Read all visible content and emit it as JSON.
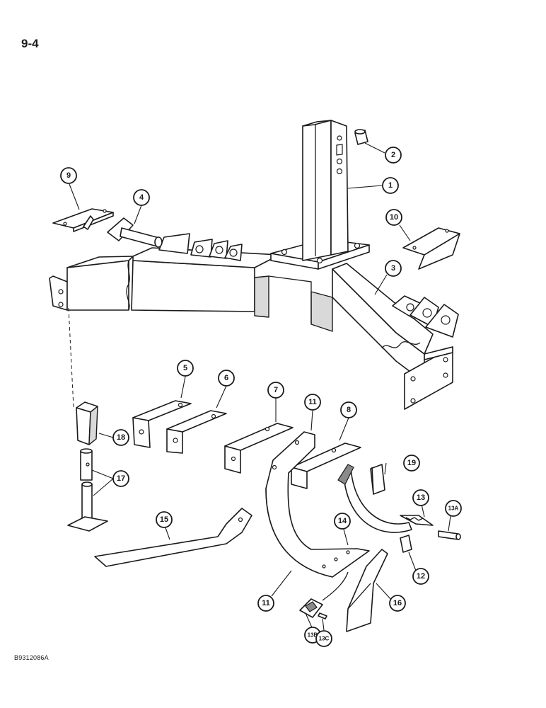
{
  "page": {
    "number": "9-4",
    "reference": "B9312086A"
  },
  "callouts": [
    "1",
    "2",
    "3",
    "4",
    "5",
    "6",
    "7",
    "8",
    "9",
    "10",
    "11",
    "11",
    "12",
    "13",
    "13A",
    "13B",
    "13C",
    "14",
    "15",
    "16",
    "17",
    "18",
    "19"
  ]
}
